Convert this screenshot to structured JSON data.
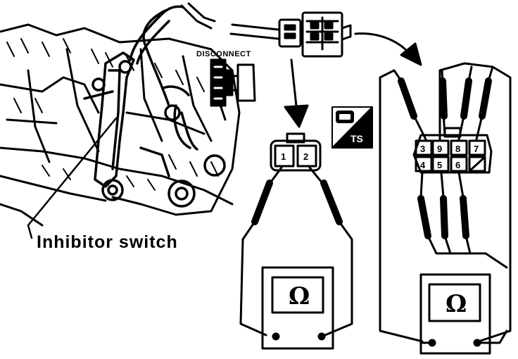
{
  "labels": {
    "inhibitor_switch": "Inhibitor switch",
    "disconnect": "DISCONNECT",
    "ohm_symbol": "Ω",
    "ts_badge": "TS"
  },
  "connector_small": {
    "pins": [
      "1",
      "2"
    ]
  },
  "connector_large": {
    "pins_top": [
      "3",
      "9",
      "8",
      "7"
    ],
    "pins_bottom": [
      "4",
      "5",
      "6"
    ]
  }
}
